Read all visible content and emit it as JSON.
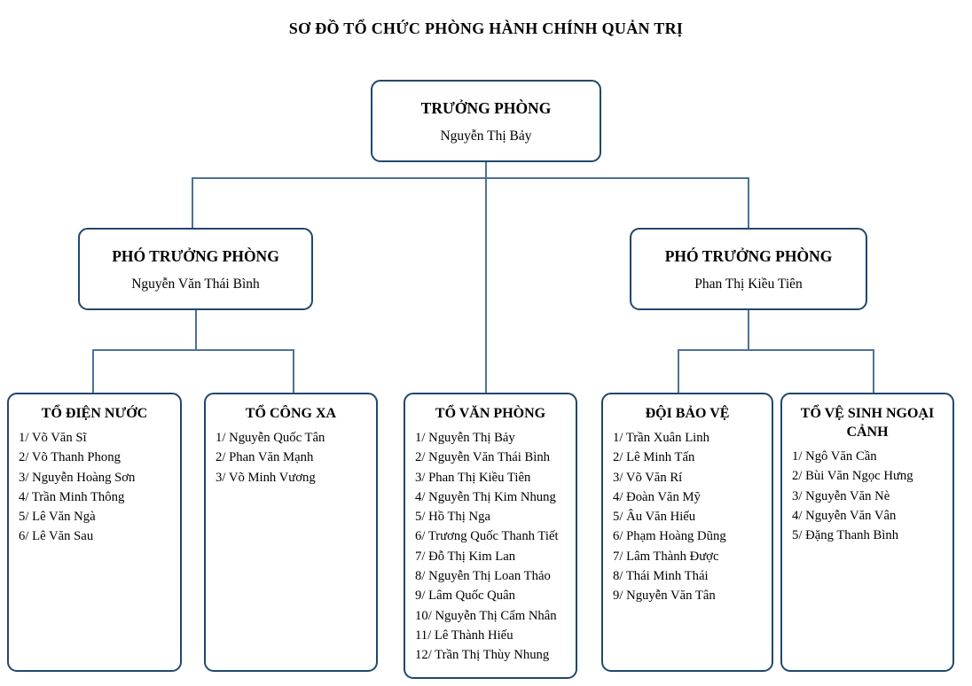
{
  "title": "SƠ ĐỒ TỔ CHỨC PHÒNG HÀNH CHÍNH QUẢN TRỊ",
  "colors": {
    "box_border": "#20486e",
    "connector": "#4d7299",
    "text": "#000000",
    "background": "#ffffff"
  },
  "org": {
    "head": {
      "title": "TRƯỞNG PHÒNG",
      "name": "Nguyễn Thị Bảy"
    },
    "deputies": [
      {
        "title": "PHÓ TRƯỞNG PHÒNG",
        "name": "Nguyễn Văn Thái Bình"
      },
      {
        "title": "PHÓ TRƯỞNG PHÒNG",
        "name": "Phan Thị Kiều Tiên"
      }
    ],
    "teams": [
      {
        "title": "TỔ ĐIỆN NƯỚC",
        "members": [
          "1/ Võ Văn Sĩ",
          "2/ Võ Thanh Phong",
          "3/ Nguyễn Hoàng Sơn",
          "4/ Trần Minh Thông",
          "5/ Lê Văn Ngà",
          "6/ Lê Văn Sau"
        ]
      },
      {
        "title": "TỔ CÔNG XA",
        "members": [
          "1/ Nguyễn Quốc Tân",
          "2/ Phan Văn Mạnh",
          "3/ Võ Minh Vương"
        ]
      },
      {
        "title": "TỔ VĂN PHÒNG",
        "members": [
          "1/ Nguyễn Thị Bảy",
          "2/ Nguyễn Văn Thái Bình",
          "3/ Phan Thị Kiều Tiên",
          "4/ Nguyễn Thị Kim Nhung",
          "5/ Hồ Thị Nga",
          "6/ Trương Quốc Thanh Tiết",
          "7/ Đỗ Thị Kim Lan",
          "8/ Nguyễn Thị Loan Thảo",
          "9/ Lâm Quốc Quân",
          "10/ Nguyễn Thị Cẩm Nhân",
          "11/ Lê Thành Hiếu",
          "12/ Trần Thị Thùy Nhung"
        ]
      },
      {
        "title": "ĐỘI BẢO VỆ",
        "members": [
          "1/ Trần Xuân Linh",
          "2/ Lê Minh Tấn",
          "3/ Võ Văn Rí",
          "4/ Đoàn Văn Mỹ",
          "5/ Âu Văn Hiếu",
          "6/ Phạm Hoàng Dũng",
          "7/ Lâm Thành Được",
          "8/ Thái Minh Thái",
          "9/ Nguyễn Văn Tân"
        ]
      },
      {
        "title": "TỔ VỆ SINH NGOẠI CẢNH",
        "members": [
          "1/ Ngô Văn Cần",
          "2/ Bùi Văn Ngọc Hưng",
          "3/ Nguyễn Văn Nè",
          "4/ Nguyễn Văn Vân",
          "5/ Đặng Thanh Bình"
        ]
      }
    ]
  }
}
